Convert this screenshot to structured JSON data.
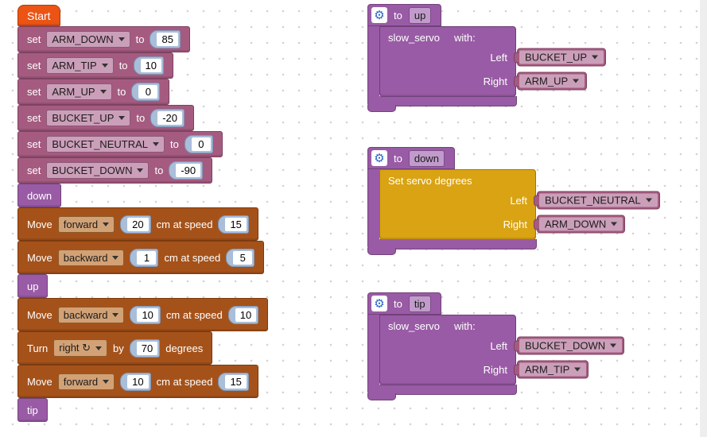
{
  "icons": {
    "gear": "⚙",
    "dropdown": "▾"
  },
  "colors": {
    "start_block": "#eb5414",
    "variable_block": "#a55b80",
    "procedure_block": "#995ba5",
    "move_block": "#a5521a",
    "servo_block": "#d9a313",
    "number_shadow": "#a9bed9"
  },
  "left_stack": {
    "start": {
      "label": "Start"
    },
    "sets": [
      {
        "kw": "set",
        "var": "ARM_DOWN",
        "to": "to",
        "value": "85"
      },
      {
        "kw": "set",
        "var": "ARM_TIP",
        "to": "to",
        "value": "10"
      },
      {
        "kw": "set",
        "var": "ARM_UP",
        "to": "to",
        "value": "0"
      },
      {
        "kw": "set",
        "var": "BUCKET_UP",
        "to": "to",
        "value": "-20"
      },
      {
        "kw": "set",
        "var": "BUCKET_NEUTRAL",
        "to": "to",
        "value": "0"
      },
      {
        "kw": "set",
        "var": "BUCKET_DOWN",
        "to": "to",
        "value": "-90"
      }
    ],
    "calls": [
      "down",
      "up",
      "tip"
    ],
    "moves": [
      {
        "kw": "Move",
        "dir": "forward",
        "dist": "20",
        "mid": "cm at speed",
        "speed": "15"
      },
      {
        "kw": "Move",
        "dir": "backward",
        "dist": "1",
        "mid": "cm at speed",
        "speed": "5"
      },
      {
        "kw": "Move",
        "dir": "backward",
        "dist": "10",
        "mid": "cm at speed",
        "speed": "10"
      },
      {
        "kw": "Move",
        "dir": "forward",
        "dist": "10",
        "mid": "cm at speed",
        "speed": "15"
      }
    ],
    "turn": {
      "kw": "Turn",
      "dir": "right ↻",
      "by": "by",
      "deg": "70",
      "suffix": "degrees"
    }
  },
  "functions": [
    {
      "to": "to",
      "name": "up",
      "body": {
        "title": "slow_servo",
        "with": "with:",
        "left_label": "Left",
        "left_var": "BUCKET_UP",
        "right_label": "Right",
        "right_var": "ARM_UP"
      }
    },
    {
      "to": "to",
      "name": "down",
      "body": {
        "title": "Set servo degrees",
        "left_label": "Left",
        "left_var": "BUCKET_NEUTRAL",
        "right_label": "Right",
        "right_var": "ARM_DOWN"
      }
    },
    {
      "to": "to",
      "name": "tip",
      "body": {
        "title": "slow_servo",
        "with": "with:",
        "left_label": "Left",
        "left_var": "BUCKET_DOWN",
        "right_label": "Right",
        "right_var": "ARM_TIP"
      }
    }
  ]
}
